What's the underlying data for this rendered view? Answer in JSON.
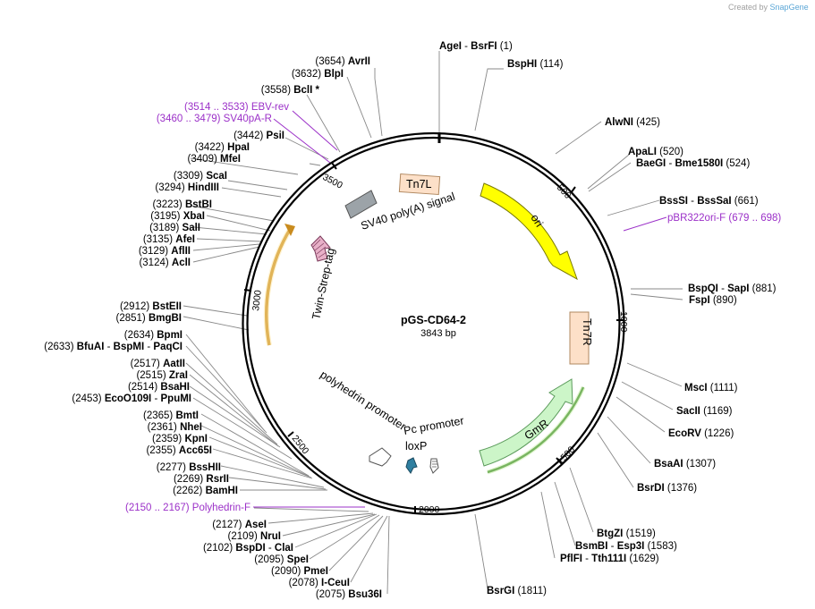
{
  "header": {
    "credit_prefix": "Created by",
    "credit_brand": "SnapGene"
  },
  "plasmid": {
    "name": "pGS-CD64-2",
    "length_label": "3843 bp",
    "length": 3843
  },
  "ticks": [
    "500",
    "1000",
    "1500",
    "2000",
    "2500",
    "3000",
    "3500"
  ],
  "features": {
    "ori": "ori",
    "tn7r": "Tn7R",
    "gmr": "GmR",
    "tn7l": "Tn7L",
    "sv40": "SV40 poly(A) signal",
    "twin_strep": "Twin-Strep-tag",
    "polyhedrin_promoter": "polyhedrin promoter",
    "pc_promoter": "Pc promoter",
    "loxp": "loxP"
  },
  "right_labels": [
    {
      "name": "AgeI",
      "mid": "-",
      "name2": "BsrFI",
      "pos": "(1)"
    },
    {
      "name": "BspHI",
      "pos": "(114)"
    },
    {
      "name": "AlwNI",
      "pos": "(425)"
    },
    {
      "name": "ApaLI",
      "pos": "(520)"
    },
    {
      "name": "BaeGI",
      "mid": "-",
      "name2": "Bme1580I",
      "pos": "(524)"
    },
    {
      "name": "BssSI",
      "mid": "-",
      "name2": "BssSaI",
      "pos": "(661)"
    },
    {
      "name": "pBR322ori-F",
      "pos": "(679 .. 698)",
      "primer": true
    },
    {
      "name": "BspQI",
      "mid": "-",
      "name2": "SapI",
      "pos": "(881)"
    },
    {
      "name": "FspI",
      "pos": "(890)"
    },
    {
      "name": "MscI",
      "pos": "(1111)"
    },
    {
      "name": "SacII",
      "pos": "(1169)"
    },
    {
      "name": "EcoRV",
      "pos": "(1226)"
    },
    {
      "name": "BsaAI",
      "pos": "(1307)"
    },
    {
      "name": "BsrDI",
      "pos": "(1376)"
    },
    {
      "name": "BtgZI",
      "pos": "(1519)"
    },
    {
      "name": "BsmBI",
      "mid": "-",
      "name2": "Esp3I",
      "pos": "(1583)"
    },
    {
      "name": "PflFI",
      "mid": "-",
      "name2": "Tth111I",
      "pos": "(1629)"
    },
    {
      "name": "BsrGI",
      "pos": "(1811)"
    }
  ],
  "left_labels": [
    {
      "pos": "(3654)",
      "name": "AvrII"
    },
    {
      "pos": "(3632)",
      "name": "BlpI"
    },
    {
      "pos": "(3558)",
      "name": "BclI *"
    },
    {
      "pos": "(3514 .. 3533)",
      "name": "EBV-rev",
      "primer": true
    },
    {
      "pos": "(3460 .. 3479)",
      "name": "SV40pA-R",
      "primer": true
    },
    {
      "pos": "(3442)",
      "name": "PsiI"
    },
    {
      "pos": "(3422)",
      "name": "HpaI"
    },
    {
      "pos": "(3409)",
      "name": "MfeI"
    },
    {
      "pos": "(3309)",
      "name": "ScaI"
    },
    {
      "pos": "(3294)",
      "name": "HindIII"
    },
    {
      "pos": "(3223)",
      "name": "BstBI"
    },
    {
      "pos": "(3195)",
      "name": "XbaI"
    },
    {
      "pos": "(3189)",
      "name": "SalI"
    },
    {
      "pos": "(3135)",
      "name": "AfeI"
    },
    {
      "pos": "(3129)",
      "name": "AflII"
    },
    {
      "pos": "(3124)",
      "name": "AclI"
    },
    {
      "pos": "(2912)",
      "name": "BstEII"
    },
    {
      "pos": "(2851)",
      "name": "BmgBI"
    },
    {
      "pos": "(2634)",
      "name": "BpmI"
    },
    {
      "pos": "(2633)",
      "name": "BfuAI",
      "mid": "-",
      "name2": "BspMI",
      "mid2": "-",
      "name3": "PaqCI"
    },
    {
      "pos": "(2517)",
      "name": "AatII"
    },
    {
      "pos": "(2515)",
      "name": "ZraI"
    },
    {
      "pos": "(2514)",
      "name": "BsaHI"
    },
    {
      "pos": "(2453)",
      "name": "EcoO109I",
      "mid": "-",
      "name2": "PpuMI"
    },
    {
      "pos": "(2365)",
      "name": "BmtI"
    },
    {
      "pos": "(2361)",
      "name": "NheI"
    },
    {
      "pos": "(2359)",
      "name": "KpnI"
    },
    {
      "pos": "(2355)",
      "name": "Acc65I"
    },
    {
      "pos": "(2277)",
      "name": "BssHII"
    },
    {
      "pos": "(2269)",
      "name": "RsrII"
    },
    {
      "pos": "(2262)",
      "name": "BamHI"
    },
    {
      "pos": "(2150 .. 2167)",
      "name": "Polyhedrin-F",
      "primer": true
    },
    {
      "pos": "(2127)",
      "name": "AseI"
    },
    {
      "pos": "(2109)",
      "name": "NruI"
    },
    {
      "pos": "(2102)",
      "name": "BspDI",
      "mid": "-",
      "name2": "ClaI"
    },
    {
      "pos": "(2095)",
      "name": "SpeI"
    },
    {
      "pos": "(2090)",
      "name": "PmeI"
    },
    {
      "pos": "(2078)",
      "name": "I-CeuI"
    },
    {
      "pos": "(2075)",
      "name": "Bsu36I"
    }
  ]
}
